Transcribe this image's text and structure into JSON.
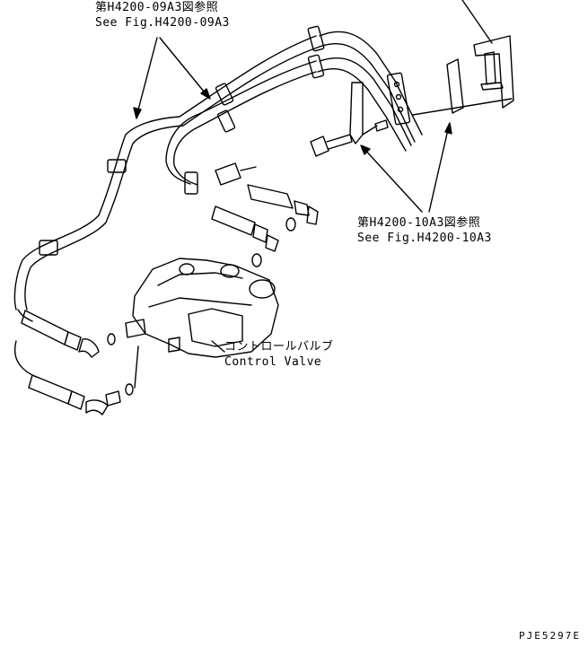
{
  "labels": {
    "ref_top": {
      "jp": "第H4200-09A3図参照",
      "en": "See Fig.H4200-09A3"
    },
    "ref_right": {
      "jp": "第H4200-10A3図参照",
      "en": "See Fig.H4200-10A3"
    },
    "control_valve": {
      "jp": "コントロールバルブ",
      "en": "Control Valve"
    },
    "drawing_code": "PJE5297E"
  },
  "colors": {
    "line": "#000000",
    "background": "#ffffff"
  }
}
